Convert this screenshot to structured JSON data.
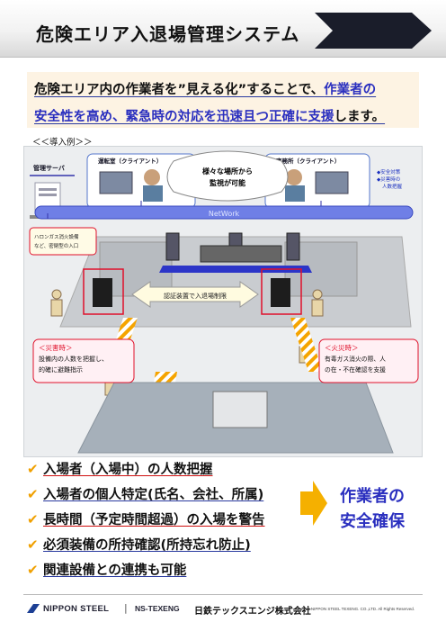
{
  "header": {
    "title": "危険エリア入退場管理システム"
  },
  "lead": {
    "line1_a": "危険エリア内の作業者を”見える化”することで、",
    "line1_b": "作業者の",
    "line2_a": "安全性を高め、緊急時の対応を迅速且つ正確に支援",
    "line2_b": "します。"
  },
  "intro_label": "＜＜導入例＞＞",
  "diagram": {
    "server_label": "管理サーバ",
    "control_room_label": "運転室（クライアント）",
    "office_label": "事務所（クライアント）",
    "monitor_bubble_1": "様々な場所から",
    "monitor_bubble_2": "監視が可能",
    "side_note_1": "◆安全対策",
    "side_note_2": "◆災害時の",
    "side_note_3": "人数把握",
    "network_label": "NetWork",
    "gas_note_1": "ハロンガス消火設備",
    "gas_note_2": "など、密閉型の入口",
    "auth_label": "認証装置で入退場制限",
    "disaster_title": "＜災害時＞",
    "disaster_1": "設備内の人数を把握し、",
    "disaster_2": "的確に避難指示",
    "fire_title": "＜火災時＞",
    "fire_1": "有毒ガス消火の際、人",
    "fire_2": "の在・不在確認を支援"
  },
  "features": [
    "入場者（入場中）の人数把握",
    "入場者の個人特定(氏名、会社、所属)",
    "長時間（予定時間超過）の入場を警告",
    "必須装備の所持確認(所持忘れ防止)",
    "関連設備との連携も可能"
  ],
  "result": {
    "line1": "作業者の",
    "line2": "安全確保"
  },
  "footer": {
    "brand1": "NIPPON STEEL",
    "separator": "|",
    "brand2": "NS-TEXENG",
    "brand2_jp": "日鉄テックスエンジ株式会社",
    "copyright": "© 2019 NIPPON STEEL TEXENG. CO.,LTD. All Rights Reserved."
  },
  "colors": {
    "accent_blue": "#2a2fbf",
    "checkmark": "#f0a000",
    "alert_red": "#e0102a",
    "lead_bg": "#fdf3e3"
  }
}
